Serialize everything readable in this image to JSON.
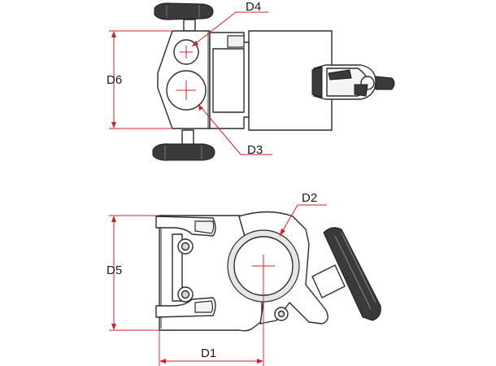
{
  "labels": {
    "d1": "D1",
    "d2": "D2",
    "d3": "D3",
    "d4": "D4",
    "d5": "D5",
    "d6": "D6"
  },
  "colors": {
    "dimension": "#d81e2a",
    "outline": "#2b2b2b",
    "background": "#ffffff"
  }
}
